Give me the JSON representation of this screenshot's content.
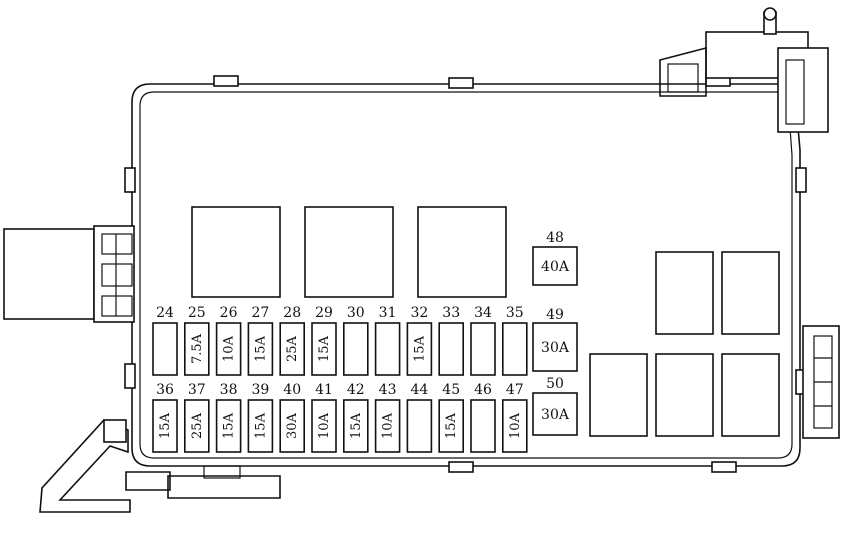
{
  "diagram": {
    "upper_row": [
      {
        "number": "24",
        "rating": ""
      },
      {
        "number": "25",
        "rating": "7.5A"
      },
      {
        "number": "26",
        "rating": "10A"
      },
      {
        "number": "27",
        "rating": "15A"
      },
      {
        "number": "28",
        "rating": "25A"
      },
      {
        "number": "29",
        "rating": "15A"
      },
      {
        "number": "30",
        "rating": ""
      },
      {
        "number": "31",
        "rating": ""
      },
      {
        "number": "32",
        "rating": "15A"
      },
      {
        "number": "33",
        "rating": ""
      },
      {
        "number": "34",
        "rating": ""
      },
      {
        "number": "35",
        "rating": ""
      }
    ],
    "lower_row": [
      {
        "number": "36",
        "rating": "15A"
      },
      {
        "number": "37",
        "rating": "25A"
      },
      {
        "number": "38",
        "rating": "15A"
      },
      {
        "number": "39",
        "rating": "15A"
      },
      {
        "number": "40",
        "rating": "30A"
      },
      {
        "number": "41",
        "rating": "10A"
      },
      {
        "number": "42",
        "rating": "15A"
      },
      {
        "number": "43",
        "rating": "10A"
      },
      {
        "number": "44",
        "rating": ""
      },
      {
        "number": "45",
        "rating": "15A"
      },
      {
        "number": "46",
        "rating": ""
      },
      {
        "number": "47",
        "rating": "10A"
      }
    ],
    "large_fuses": [
      {
        "number": "48",
        "rating": "40A"
      },
      {
        "number": "49",
        "rating": "30A"
      },
      {
        "number": "50",
        "rating": "30A"
      }
    ]
  }
}
